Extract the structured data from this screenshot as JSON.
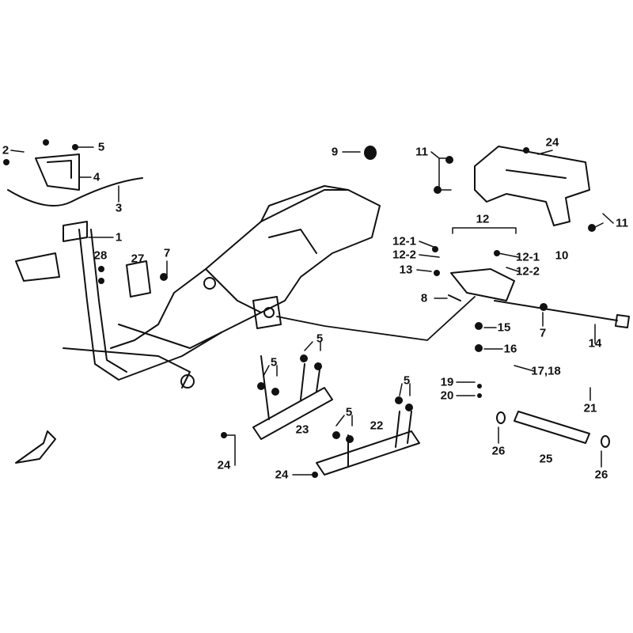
{
  "diagram": {
    "type": "exploded parts diagram",
    "callouts": [
      "2",
      "5",
      "4",
      "3",
      "1",
      "28",
      "27",
      "7",
      "9",
      "11",
      "24",
      "12",
      "11",
      "12-1",
      "12-2",
      "13",
      "12-1",
      "12-2",
      "10",
      "8",
      "7",
      "14",
      "15",
      "16",
      "17,18",
      "19",
      "20",
      "21",
      "5",
      "5",
      "23",
      "5",
      "5",
      "22",
      "24",
      "24",
      "26",
      "25",
      "26"
    ]
  }
}
